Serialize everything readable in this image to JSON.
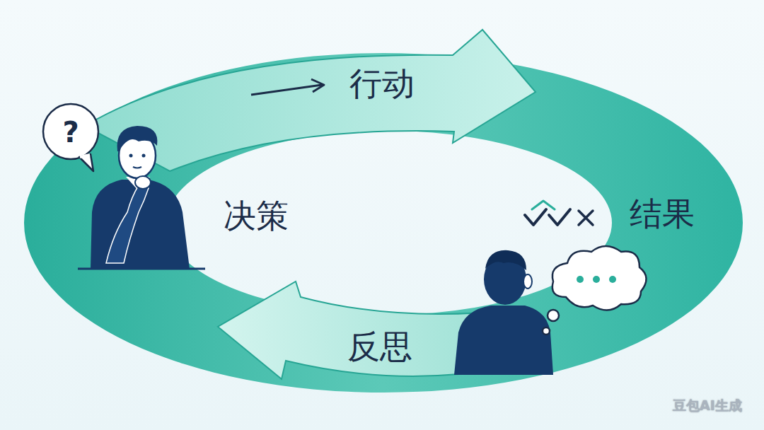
{
  "diagram": {
    "labels": [
      "行动",
      "决策",
      "结果",
      "反思",
      "?",
      "豆包AI生成"
    ]
  }
}
